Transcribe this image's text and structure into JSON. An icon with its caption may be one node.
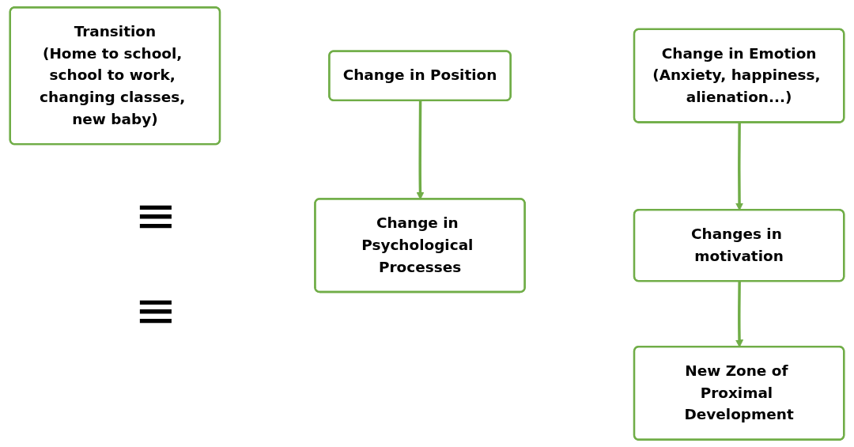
{
  "diagram": {
    "nodes": [
      {
        "text": [
          "Transition",
          "(Home to school, school to work, changing classes, new baby)"
        ]
      },
      {
        "text": [
          "Change in Position"
        ]
      },
      {
        "text": [
          "Change in Psychological Processes"
        ]
      },
      {
        "text": [
          "Change in Emotion",
          "(Anxiety, happiness, alienation...)"
        ]
      },
      {
        "text": [
          "Changes in motivation"
        ]
      },
      {
        "text": [
          "New Zone of Proximal Development"
        ]
      }
    ],
    "edges": [
      {
        "from": 1,
        "to": 2,
        "arrow": "to"
      },
      {
        "from": 3,
        "to": 4,
        "arrow": "to"
      },
      {
        "from": 4,
        "to": 5,
        "arrow": "to"
      }
    ],
    "labels": [
      "≡",
      "≡"
    ]
  }
}
